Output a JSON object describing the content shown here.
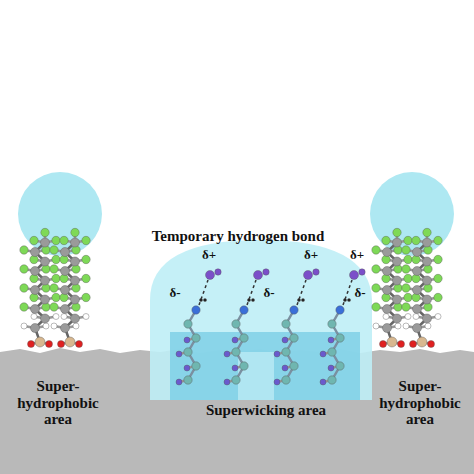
{
  "diagram": {
    "labels": [
      "Temporary hydrogen bond",
      "δ+",
      "δ+",
      "δ+",
      "δ-",
      "δ-",
      "δ-",
      "Super-hydrophobic area",
      "Superwicking area",
      "Super-hydrophobic area"
    ]
  }
}
